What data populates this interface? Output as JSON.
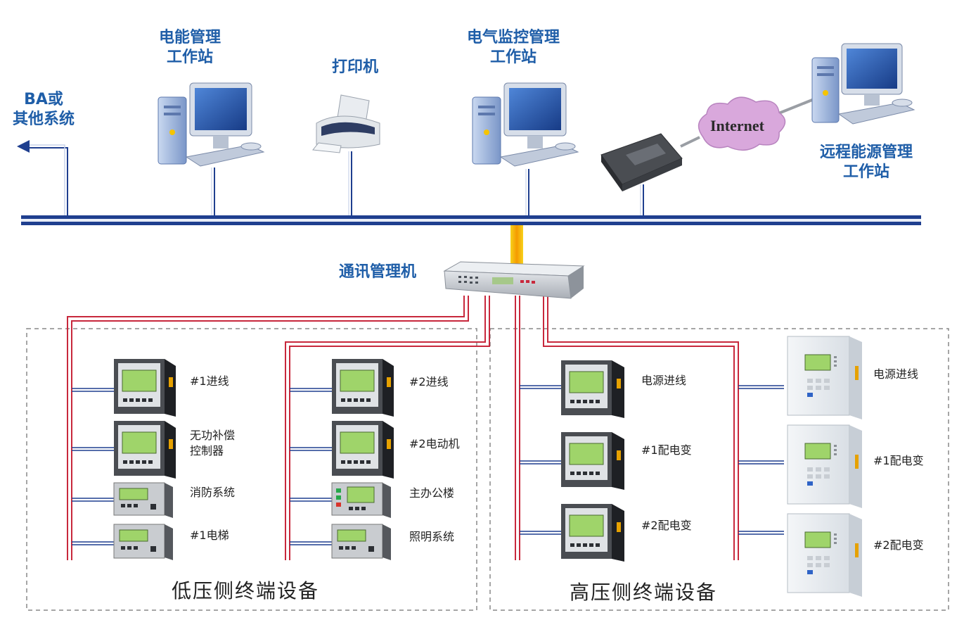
{
  "labels": {
    "ba": "BA或",
    "ba_sub": "其他系统",
    "energy_ws": "电能管理",
    "energy_ws_sub": "工作站",
    "printer": "打印机",
    "electric_ws": "电气监控管理",
    "electric_ws_sub": "工作站",
    "internet": "Internet",
    "remote_ws": "远程能源管理",
    "remote_ws_sub": "工作站",
    "comm": "通讯管理机"
  },
  "low_voltage": {
    "title": "低压侧终端设备",
    "left_devices": [
      {
        "label": "#1进线"
      },
      {
        "label": "无功补偿",
        "label2": "控制器"
      },
      {
        "label": "消防系统"
      },
      {
        "label": "#1电梯"
      }
    ],
    "right_devices": [
      {
        "label": "#2进线"
      },
      {
        "label": "#2电动机"
      },
      {
        "label": "主办公楼"
      },
      {
        "label": "照明系统"
      }
    ]
  },
  "high_voltage": {
    "title": "高压侧终端设备",
    "meters": [
      {
        "label": "电源进线"
      },
      {
        "label": "#1配电变"
      },
      {
        "label": "#2配电变"
      }
    ],
    "relays": [
      {
        "label": "电源进线"
      },
      {
        "label": "#1配电变"
      },
      {
        "label": "#2配电变"
      }
    ]
  },
  "colors": {
    "bus_blue": "#1f3f8f",
    "line_red": "#c8283c",
    "label_blue": "#1f5ea8",
    "lcd_green": "#9fd46a",
    "cloud": "#d9a8dc",
    "orange": "#f5a300"
  }
}
